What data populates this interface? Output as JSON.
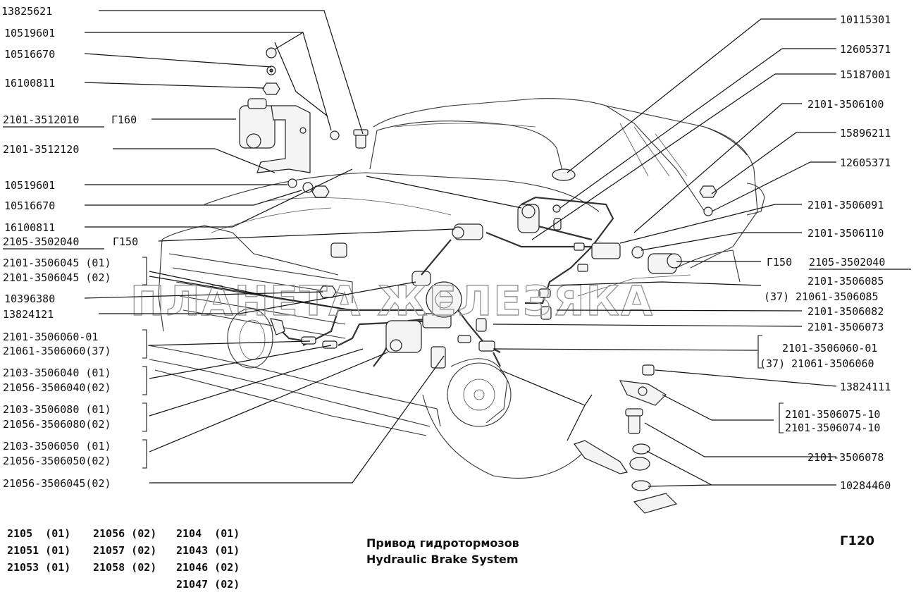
{
  "watermark": "ПЛАНЕТА ЖЕЛЕЗЯКА",
  "title_ru": "Привод гидротормозов",
  "title_en": "Hydraulic Brake System",
  "plate": "Г120",
  "left_labels": [
    "13825621",
    "10519601",
    "10516670",
    "16100811",
    "2101-3512010",
    "2101-3512120",
    "10519601",
    "10516670",
    "16100811",
    "2105-3502040",
    "2101-3506045 (01)",
    "2101-3506045 (02)",
    "10396380",
    "13824121",
    "2101-3506060-01",
    "21061-3506060(37)",
    "2103-3506040 (01)",
    "21056-3506040(02)",
    "2103-3506080 (01)",
    "21056-3506080(02)",
    "2103-3506050 (01)",
    "21056-3506050(02)",
    "21056-3506045(02)"
  ],
  "left_refs": [
    "Г160",
    "Г150"
  ],
  "right_labels": [
    "10115301",
    "12605371",
    "15187001",
    "2101-3506100",
    "15896211",
    "12605371",
    "2101-3506091",
    "2101-3506110",
    "2105-3502040",
    "2101-3506085",
    "(37) 21061-3506085",
    "2101-3506082",
    "2101-3506073",
    "2101-3506060-01",
    "(37)  21061-3506060",
    "13824111",
    "2101-3506075-10",
    "2101-3506074-10",
    "2101-3506078",
    "10284460"
  ],
  "right_refs": [
    "Г150"
  ],
  "models": [
    [
      "2105  (01)",
      "21056 (02)",
      "2104  (01)"
    ],
    [
      "21051 (01)",
      "21057 (02)",
      "21043 (01)"
    ],
    [
      "21053 (01)",
      "21058 (02)",
      "21046 (02)"
    ],
    [
      "",
      "",
      "21047 (02)"
    ]
  ]
}
